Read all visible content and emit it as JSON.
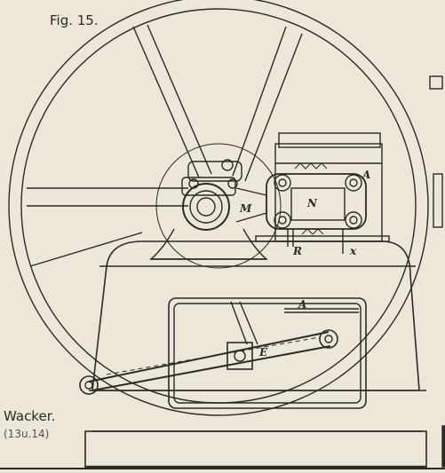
{
  "figure": {
    "number_label": "Fig. 15.",
    "caption": "Wacker.",
    "caption_sub": "(13u.14)"
  },
  "labels": {
    "a_top": "A",
    "m": "M",
    "n": "N",
    "r": "R",
    "x": "x",
    "a_frame": "A",
    "e": "E"
  },
  "colors": {
    "paper": "#ece7d6",
    "ink": "#2a2a28"
  }
}
